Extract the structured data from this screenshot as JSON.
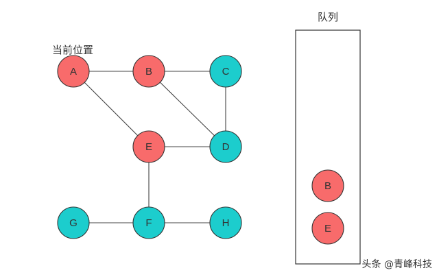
{
  "diagram": {
    "current_position_label": "当前位置",
    "queue_label": "队列",
    "colors": {
      "visited": "#f86b6b",
      "unvisited": "#1ccdcd",
      "stroke": "#333333",
      "edge": "#444444"
    },
    "nodes": [
      {
        "id": "A",
        "label": "A",
        "state": "visited"
      },
      {
        "id": "B",
        "label": "B",
        "state": "visited"
      },
      {
        "id": "C",
        "label": "C",
        "state": "unvisited"
      },
      {
        "id": "D",
        "label": "D",
        "state": "unvisited"
      },
      {
        "id": "E",
        "label": "E",
        "state": "visited"
      },
      {
        "id": "F",
        "label": "F",
        "state": "unvisited"
      },
      {
        "id": "G",
        "label": "G",
        "state": "unvisited"
      },
      {
        "id": "H",
        "label": "H",
        "state": "unvisited"
      }
    ],
    "edges": [
      [
        "A",
        "B"
      ],
      [
        "B",
        "C"
      ],
      [
        "A",
        "E"
      ],
      [
        "B",
        "D"
      ],
      [
        "C",
        "D"
      ],
      [
        "E",
        "D"
      ],
      [
        "E",
        "F"
      ],
      [
        "G",
        "F"
      ],
      [
        "F",
        "H"
      ]
    ],
    "queue": [
      {
        "label": "B",
        "state": "visited"
      },
      {
        "label": "E",
        "state": "visited"
      }
    ]
  },
  "watermark": "头条 @青峰科技"
}
